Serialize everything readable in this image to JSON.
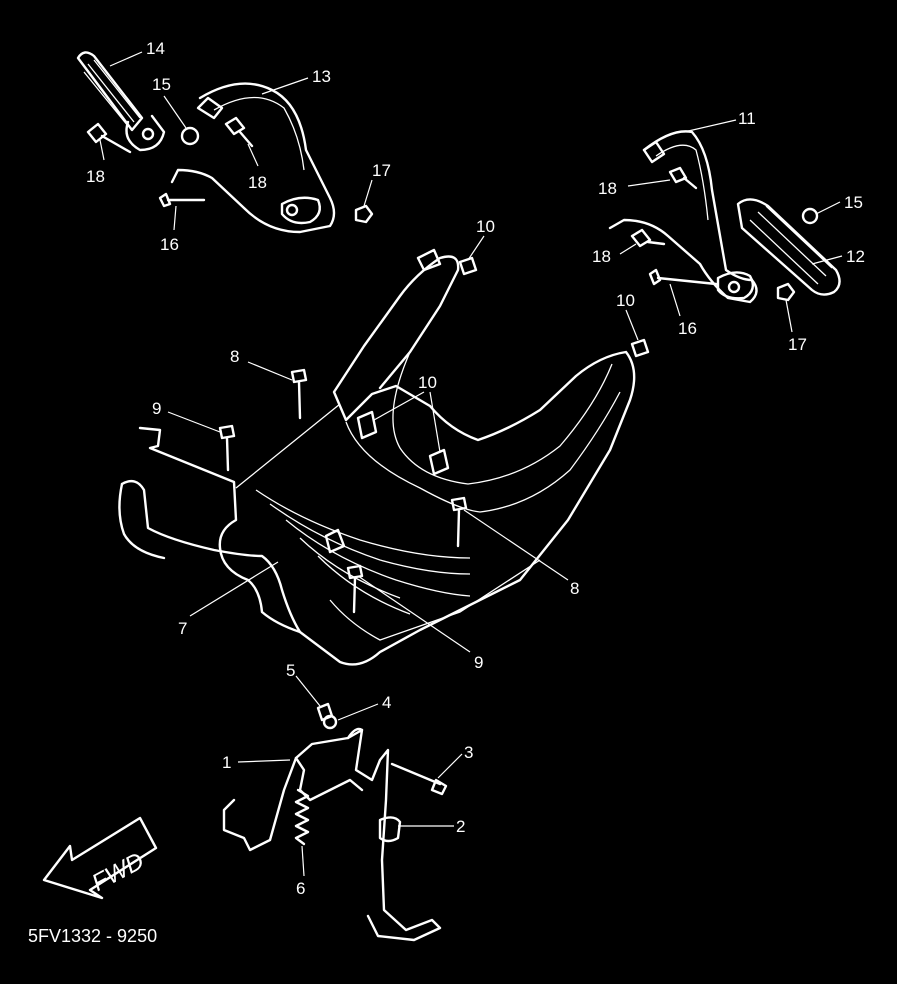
{
  "diagram_code": "5FV1332 - 9250",
  "fwd_label": "FWD",
  "colors": {
    "background": "#000000",
    "line": "#ffffff"
  },
  "callouts": [
    {
      "id": "c14-left",
      "text": "14"
    },
    {
      "id": "c15-left",
      "text": "15"
    },
    {
      "id": "c13",
      "text": "13"
    },
    {
      "id": "c18-left-a",
      "text": "18"
    },
    {
      "id": "c18-left-b",
      "text": "18"
    },
    {
      "id": "c17-left",
      "text": "17"
    },
    {
      "id": "c16-left",
      "text": "16"
    },
    {
      "id": "c11",
      "text": "11"
    },
    {
      "id": "c18-right-a",
      "text": "18"
    },
    {
      "id": "c15-right",
      "text": "15"
    },
    {
      "id": "c18-right-b",
      "text": "18"
    },
    {
      "id": "c12",
      "text": "12"
    },
    {
      "id": "c10-a",
      "text": "10"
    },
    {
      "id": "c10-b",
      "text": "10"
    },
    {
      "id": "c16-right",
      "text": "16"
    },
    {
      "id": "c17-right",
      "text": "17"
    },
    {
      "id": "c8-a",
      "text": "8"
    },
    {
      "id": "c10-c",
      "text": "10"
    },
    {
      "id": "c9-a",
      "text": "9"
    },
    {
      "id": "c8-b",
      "text": "8"
    },
    {
      "id": "c7",
      "text": "7"
    },
    {
      "id": "c9-b",
      "text": "9"
    },
    {
      "id": "c5",
      "text": "5"
    },
    {
      "id": "c4",
      "text": "4"
    },
    {
      "id": "c1",
      "text": "1"
    },
    {
      "id": "c3",
      "text": "3"
    },
    {
      "id": "c2",
      "text": "2"
    },
    {
      "id": "c6",
      "text": "6"
    }
  ]
}
